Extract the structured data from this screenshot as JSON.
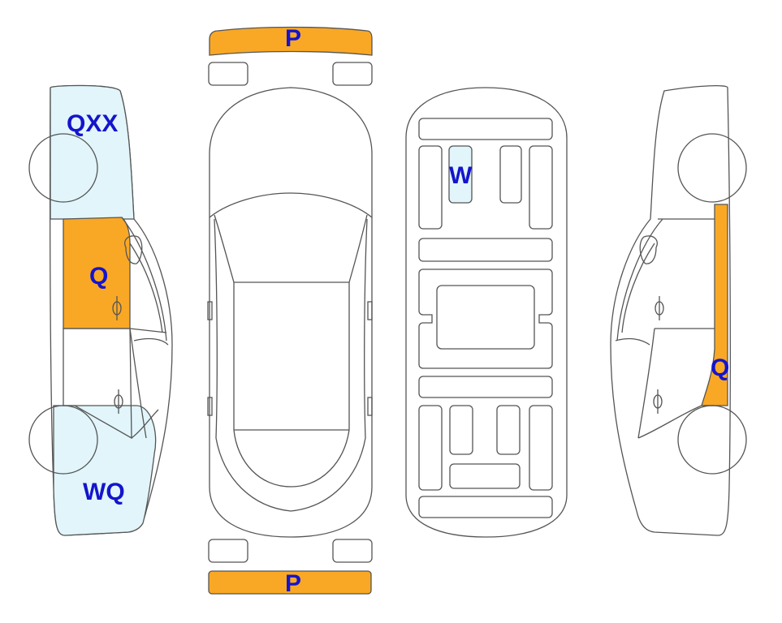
{
  "colors": {
    "orange": "#F9A825",
    "light_blue": "#E1F5FA",
    "outline": "#555555",
    "label": "#1414CC",
    "body": "#ffffff"
  },
  "marks": {
    "front_bumper": "P",
    "rear_bumper": "P",
    "left_front_fender": "QXX",
    "left_front_door": "Q",
    "left_rear_quarter": "WQ",
    "floor_panel": "W",
    "right_center_pillar": "Q"
  }
}
